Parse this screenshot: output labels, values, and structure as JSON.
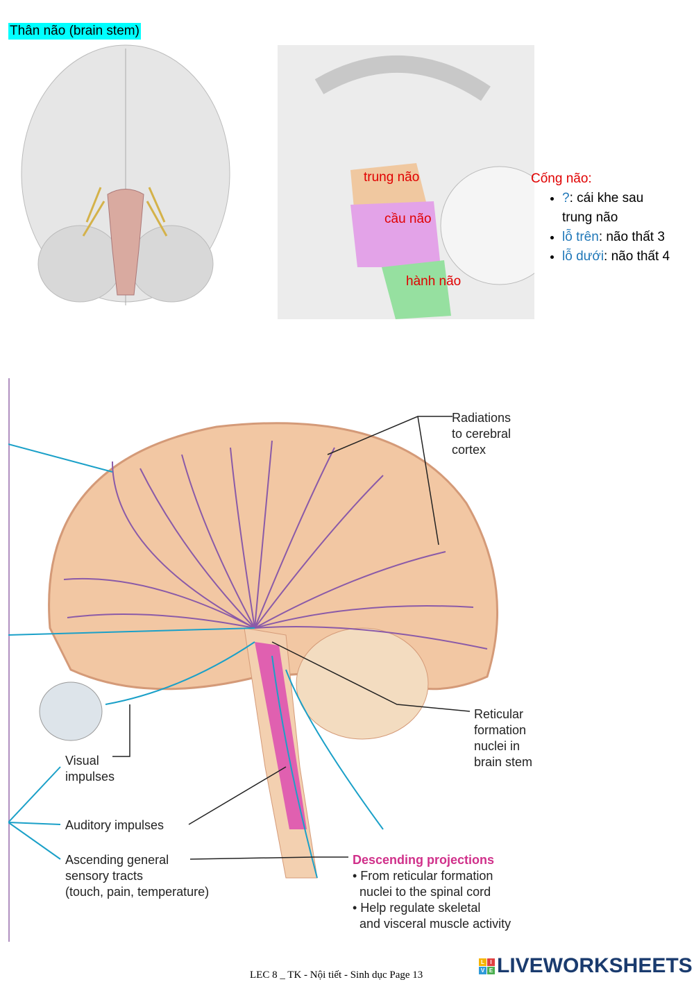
{
  "title": "Thân não (brain stem)",
  "sagittal_labels": {
    "midbrain": "trung não",
    "pons": "cầu não",
    "medulla": "hành não"
  },
  "aqueduct": {
    "heading": "Cống não:",
    "items": [
      {
        "key": "?",
        "text": ": cái khe sau trung não"
      },
      {
        "key": "lỗ trên",
        "text": ": não thất 3"
      },
      {
        "key": "lỗ dưới",
        "text": ": não thất 4"
      }
    ]
  },
  "diagram": {
    "radiations": [
      "Radiations",
      "to cerebral",
      "cortex"
    ],
    "reticular": [
      "Reticular",
      "formation",
      "nuclei in",
      "brain stem"
    ],
    "visual": [
      "Visual",
      "impulses"
    ],
    "auditory": "Auditory impulses",
    "ascending": [
      "Ascending general",
      "sensory tracts",
      "(touch, pain, temperature)"
    ],
    "descending_title": "Descending projections",
    "descending_items": [
      "• From reticular formation",
      "  nuclei to the spinal cord",
      "• Help regulate skeletal",
      "  and visceral muscle activity"
    ]
  },
  "footer": "LEC 8 _ TK - Nội tiết - Sinh dục Page 13",
  "logo": {
    "text": "LIVEWORKSHEETS",
    "letters": [
      "L",
      "I",
      "V",
      "E"
    ]
  }
}
